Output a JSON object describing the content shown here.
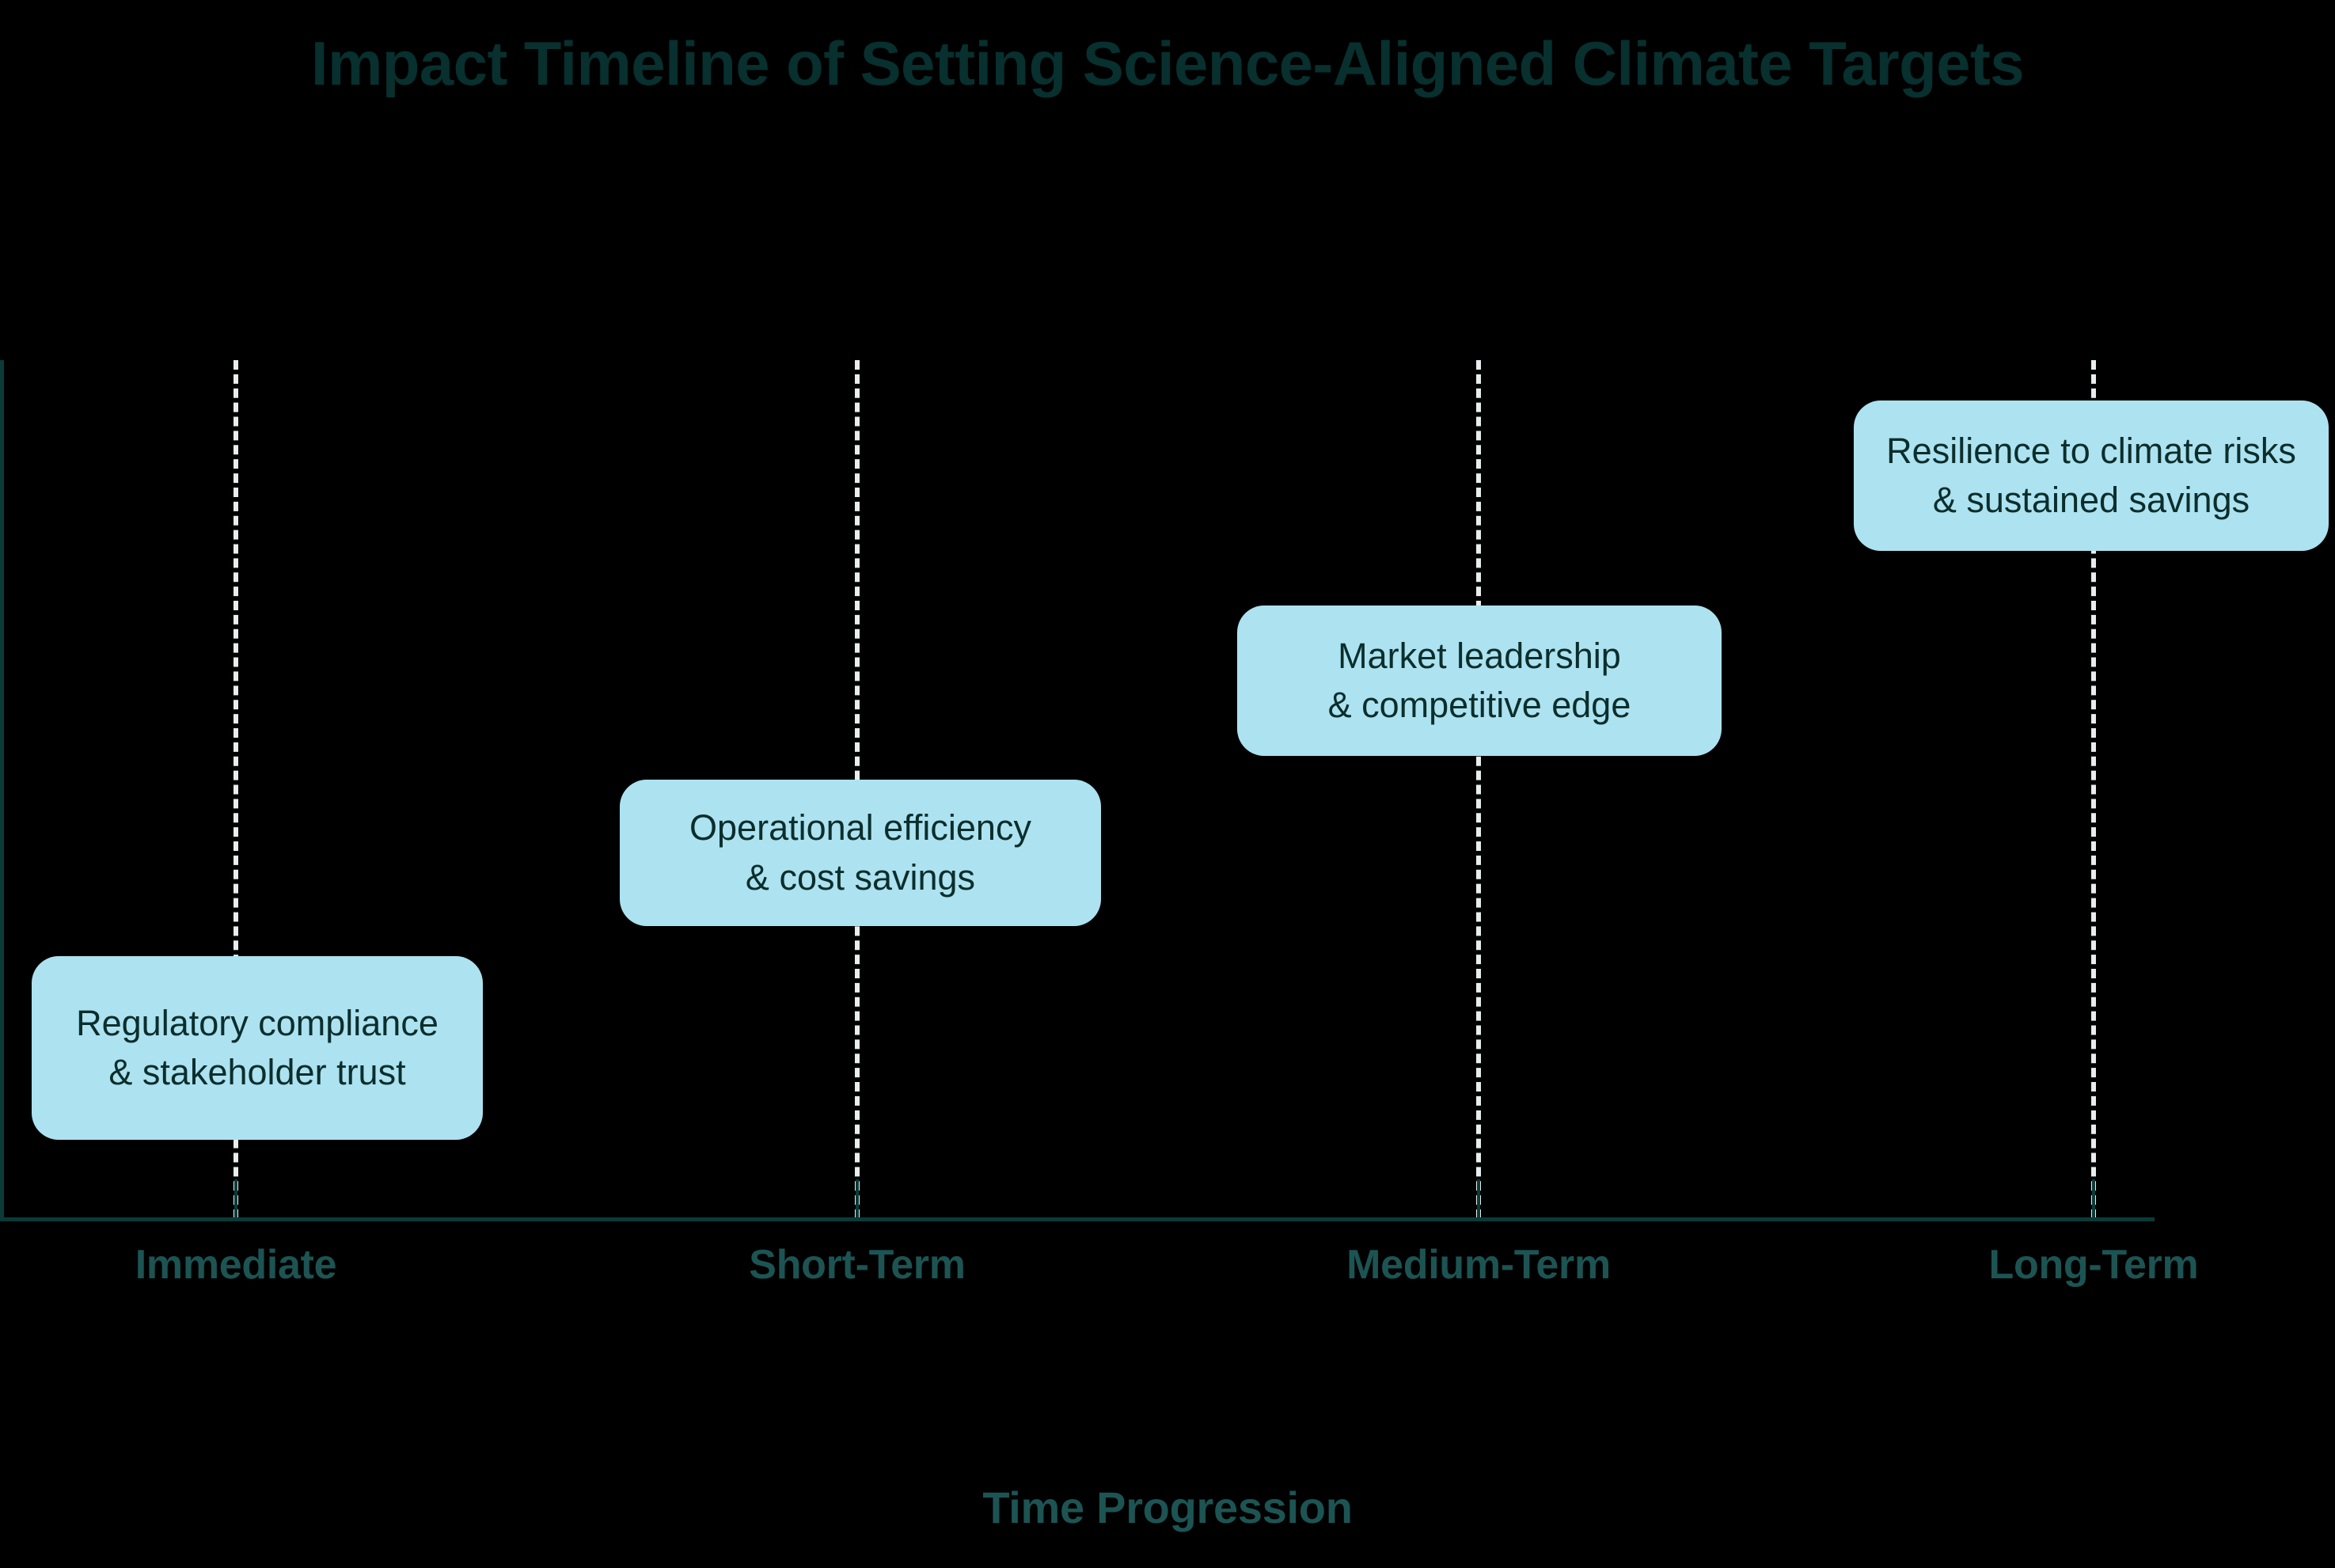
{
  "chart_data": {
    "type": "timeline",
    "title": "Impact Timeline of Setting Science-Aligned Climate Targets",
    "xlabel": "Time Progression",
    "ylabel": "",
    "grid": true,
    "legend": "none",
    "categories": [
      "Immediate",
      "Short-Term",
      "Medium-Term",
      "Long-Term"
    ],
    "x": [
      1,
      2,
      3,
      4
    ],
    "values": [
      1,
      2,
      3,
      4
    ],
    "annotations": [
      "Regulatory compliance & stakeholder trust",
      "Operational efficiency & cost savings",
      "Market leadership & competitive edge",
      "Resilience to climate risks & sustained savings"
    ],
    "points": [
      {
        "category": "Immediate",
        "stage": 1,
        "line1": "Regulatory compliance",
        "line2": "& stakeholder trust"
      },
      {
        "category": "Short-Term",
        "stage": 2,
        "line1": "Operational efficiency",
        "line2": "& cost savings"
      },
      {
        "category": "Medium-Term",
        "stage": 3,
        "line1": "Market leadership",
        "line2": "& competitive edge"
      },
      {
        "category": "Long-Term",
        "stage": 4,
        "line1": "Resilience to climate risks",
        "line2": "& sustained savings"
      }
    ]
  },
  "colors": {
    "background": "#000000",
    "title": "#07302E",
    "axis": "#0A3B38",
    "tick_label": "#1C5453",
    "gridline": "#E8EDEE",
    "box_fill": "#ADE2F0",
    "box_text": "#0B2E2C"
  },
  "ticks": [
    {
      "label": "Immediate"
    },
    {
      "label": "Short-Term"
    },
    {
      "label": "Medium-Term"
    },
    {
      "label": "Long-Term"
    }
  ]
}
